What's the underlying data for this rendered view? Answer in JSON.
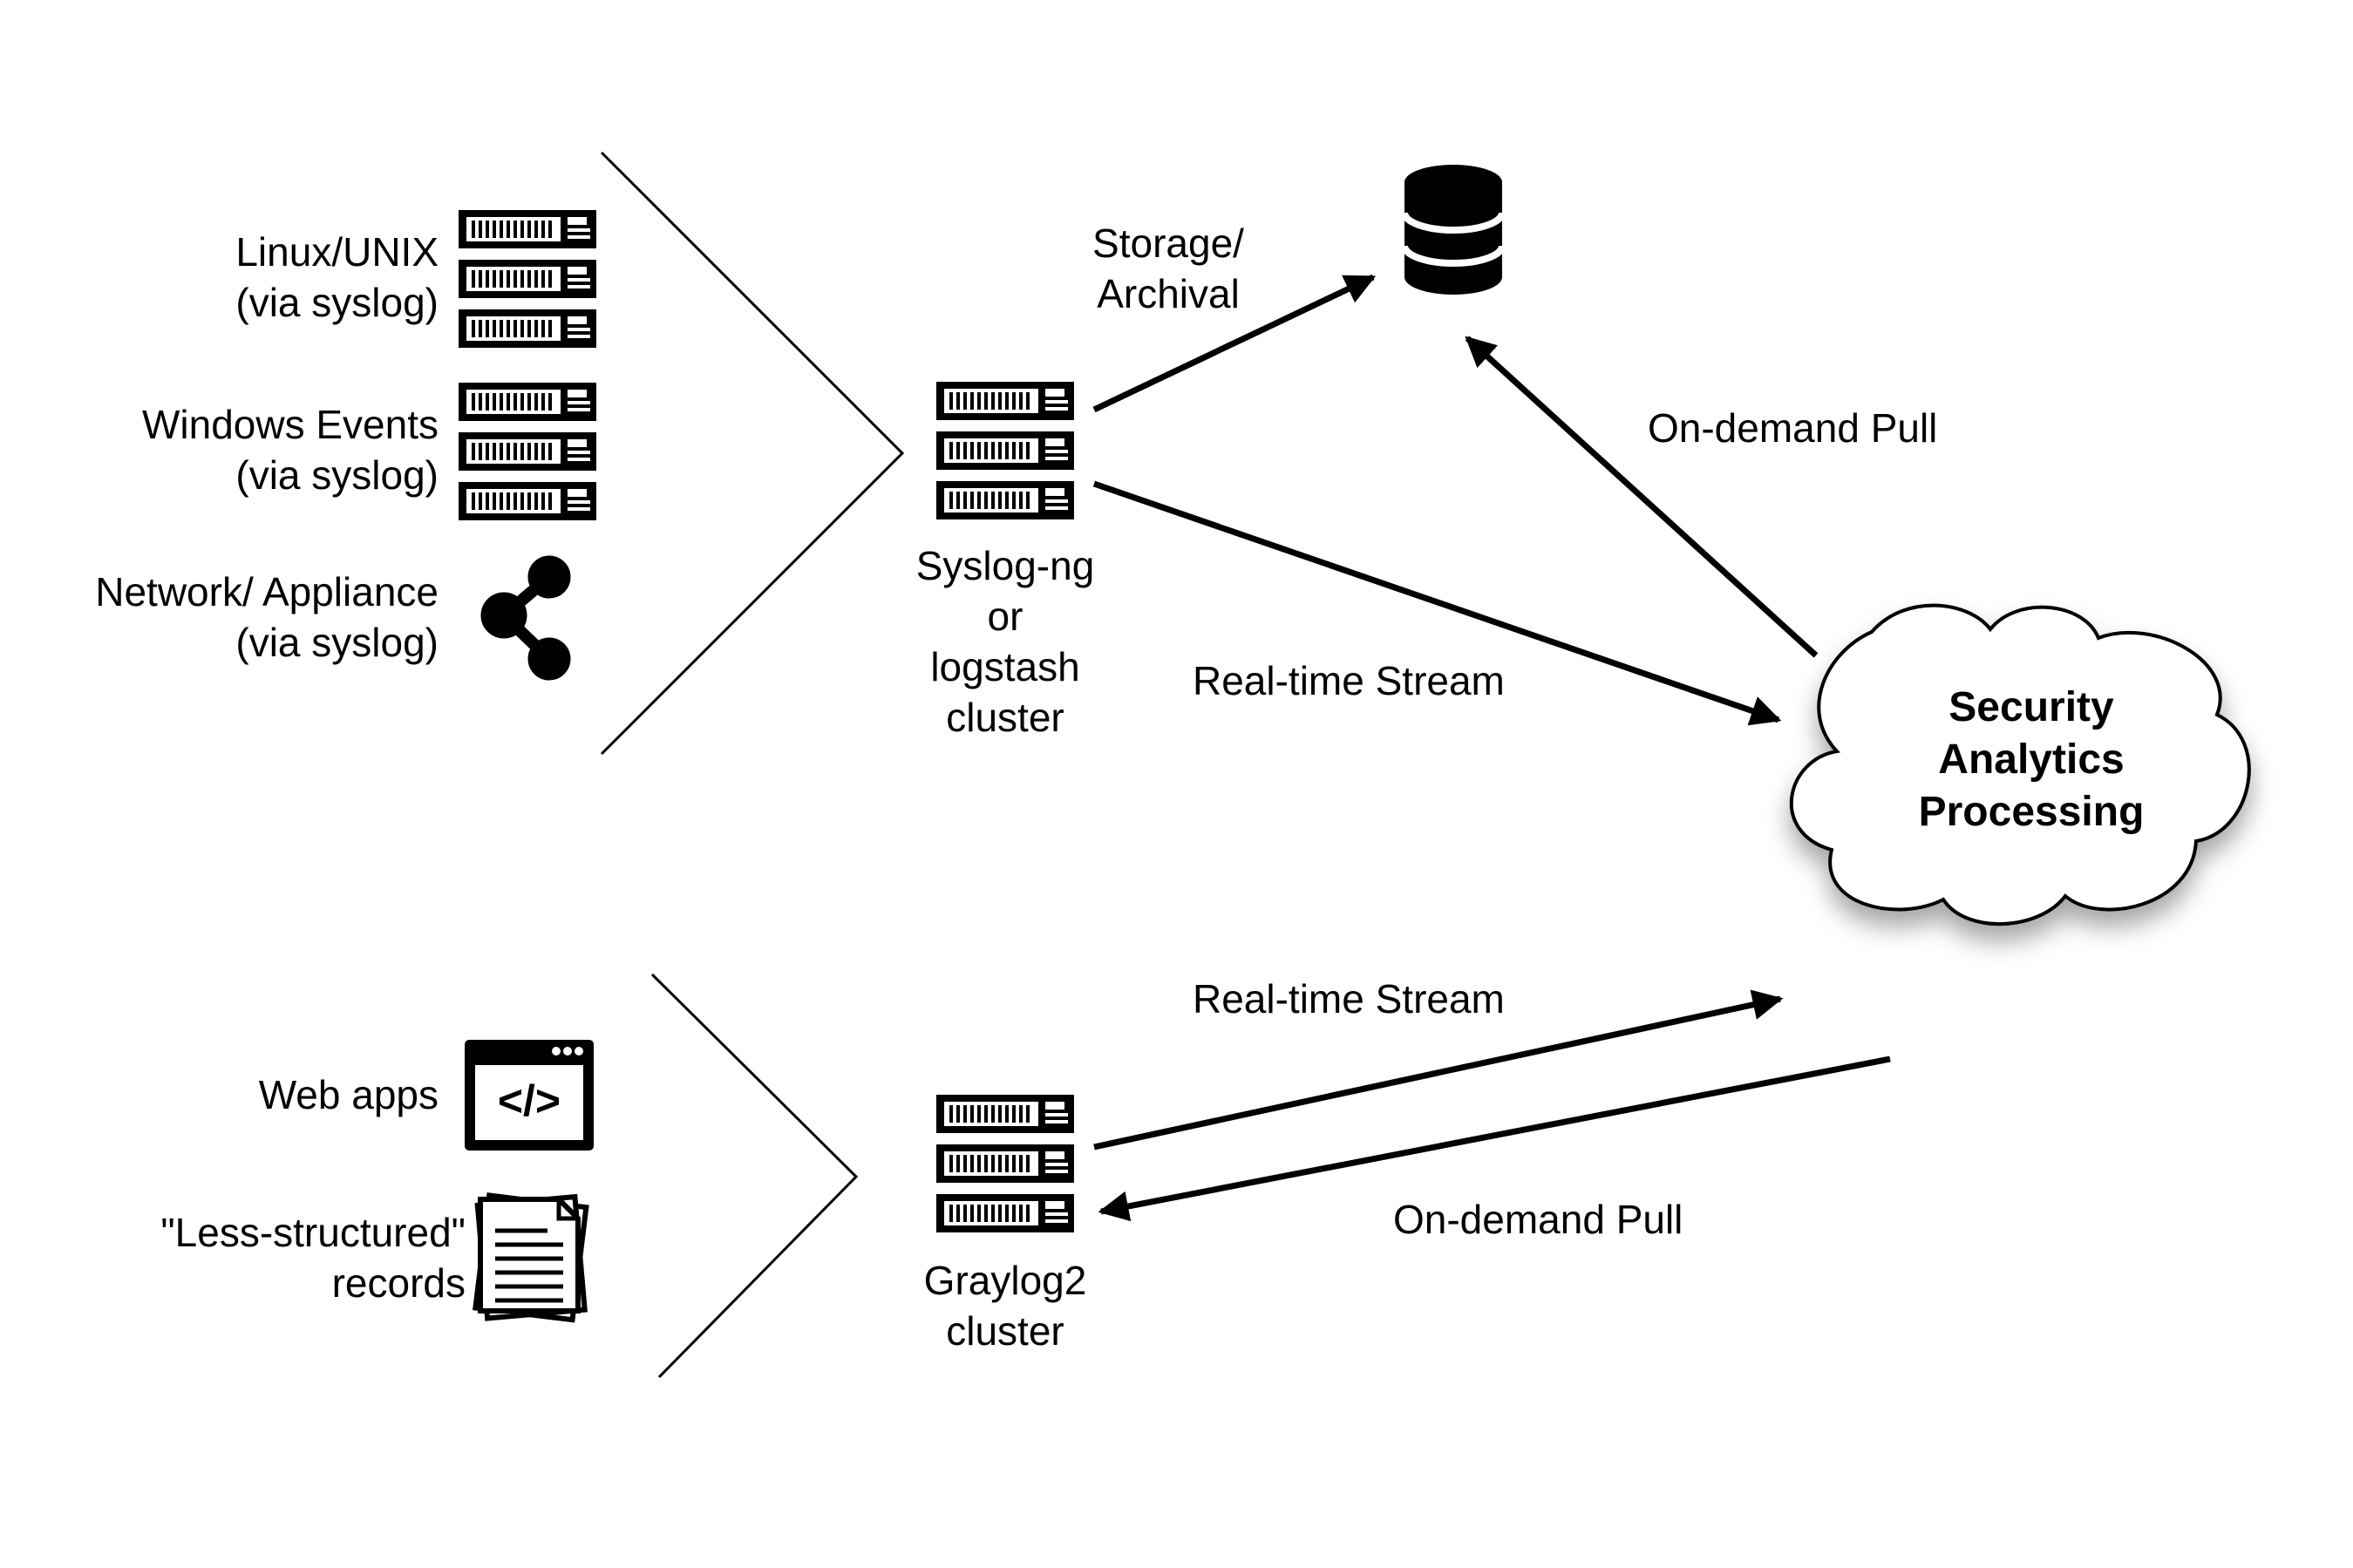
{
  "sources_top": [
    {
      "line1": "Linux/UNIX",
      "line2": "(via syslog)",
      "icon": "server-stack-icon"
    },
    {
      "line1": "Windows Events",
      "line2": "(via syslog)",
      "icon": "server-stack-icon"
    },
    {
      "line1": "Network/ Appliance",
      "line2": "(via syslog)",
      "icon": "share-network-icon"
    }
  ],
  "sources_bottom": [
    {
      "line1": "Web apps",
      "icon": "code-window-icon"
    },
    {
      "line1": "\"Less-structured\"",
      "line2": "records",
      "icon": "documents-icon"
    }
  ],
  "collector_top": {
    "line1": "Syslog-ng",
    "line2": "or",
    "line3": "logstash",
    "line4": "cluster"
  },
  "collector_bottom": {
    "line1": "Graylog2",
    "line2": "cluster"
  },
  "storage": {
    "line1": "Storage/",
    "line2": "Archival",
    "icon": "database-icon"
  },
  "cloud": {
    "line1": "Security",
    "line2": "Analytics",
    "line3": "Processing"
  },
  "arrows": {
    "top_stream": "Real-time Stream",
    "top_pull": "On-demand Pull",
    "bottom_stream": "Real-time Stream",
    "bottom_pull": "On-demand Pull"
  }
}
